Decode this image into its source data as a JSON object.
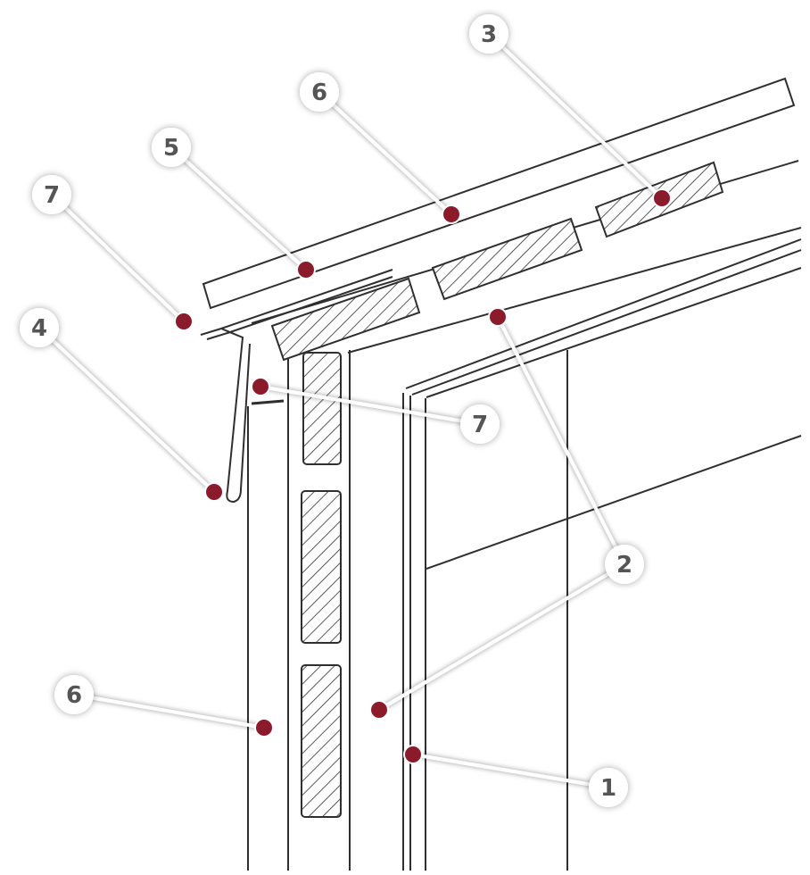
{
  "colors": {
    "background": "#ffffff",
    "line": "#2f2f2f",
    "marker": "#8b1a2b",
    "callout_fill": "#ffffff",
    "callout_text": "#555555",
    "leader": "#ffffff"
  },
  "callouts": [
    {
      "id": "c-3",
      "label": "3"
    },
    {
      "id": "c-6a",
      "label": "6"
    },
    {
      "id": "c-5",
      "label": "5"
    },
    {
      "id": "c-7a",
      "label": "7"
    },
    {
      "id": "c-4",
      "label": "4"
    },
    {
      "id": "c-7b",
      "label": "7"
    },
    {
      "id": "c-2a",
      "label": "2"
    },
    {
      "id": "c-6b",
      "label": "6"
    },
    {
      "id": "c-1",
      "label": "1"
    }
  ]
}
